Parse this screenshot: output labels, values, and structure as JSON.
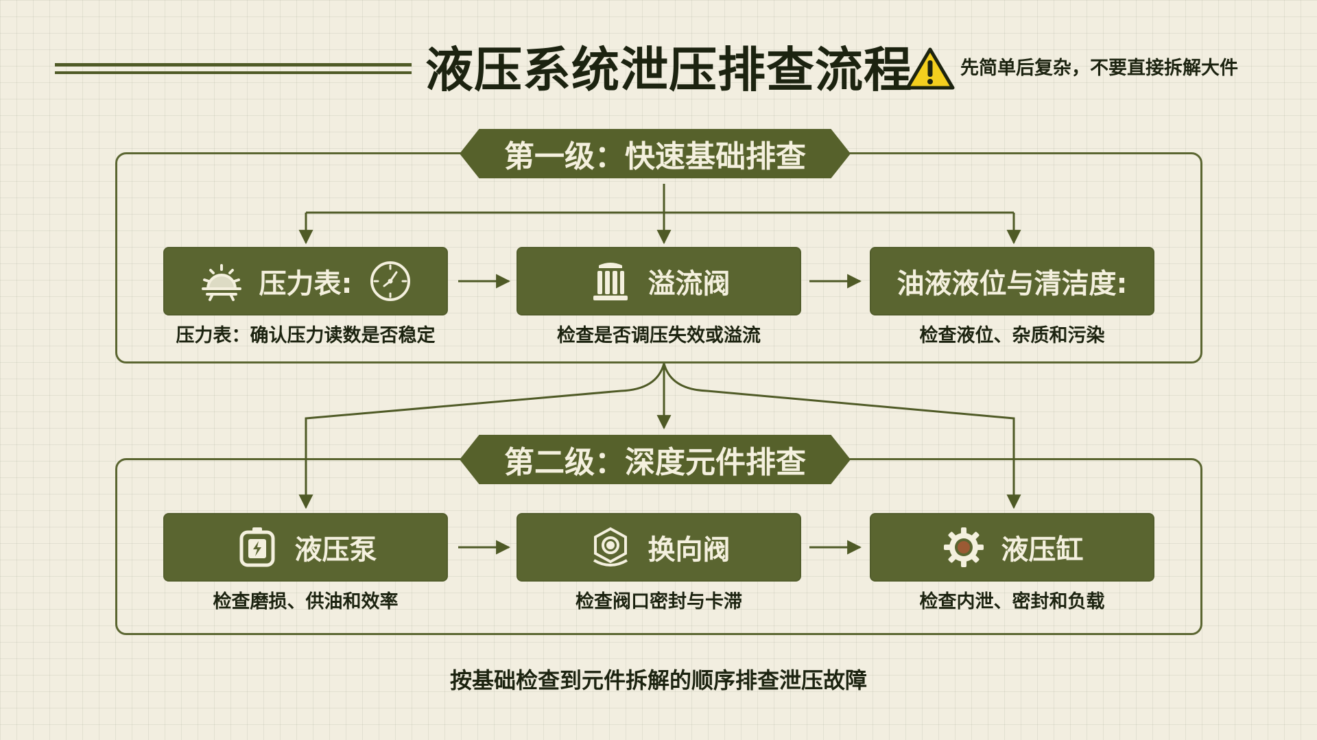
{
  "header": {
    "title": "液压系统泄压排查流程",
    "warning": "先简单后复杂，不要直接拆解大件"
  },
  "level1": {
    "banner": "第一级：快速基础排查",
    "steps": [
      {
        "label": "压力表:",
        "desc": "压力表：确认压力读数是否稳定",
        "icon": "sun-gauge-icon"
      },
      {
        "label": "溢流阀",
        "desc": "检查是否调压失效或溢流",
        "icon": "valve-icon"
      },
      {
        "label": "油液液位与清洁度:",
        "desc": "检查液位、杂质和污染",
        "icon": ""
      }
    ]
  },
  "level2": {
    "banner": "第二级：深度元件排查",
    "steps": [
      {
        "label": "液压泵",
        "desc": "检查磨损、供油和效率",
        "icon": "pump-icon"
      },
      {
        "label": "换向阀",
        "desc": "检查阀口密封与卡滞",
        "icon": "directional-valve-icon"
      },
      {
        "label": "液压缸",
        "desc": "检查内泄、密封和负载",
        "icon": "gear-cylinder-icon"
      }
    ]
  },
  "footer": {
    "note": "按基础检查到元件拆解的顺序排查泄压故障"
  },
  "colors": {
    "olive": "#5a6530",
    "olive_dark": "#4f5a26",
    "text_dark": "#1c2310",
    "text_light": "#f4f0de",
    "warning_yellow": "#f4cf1e"
  }
}
